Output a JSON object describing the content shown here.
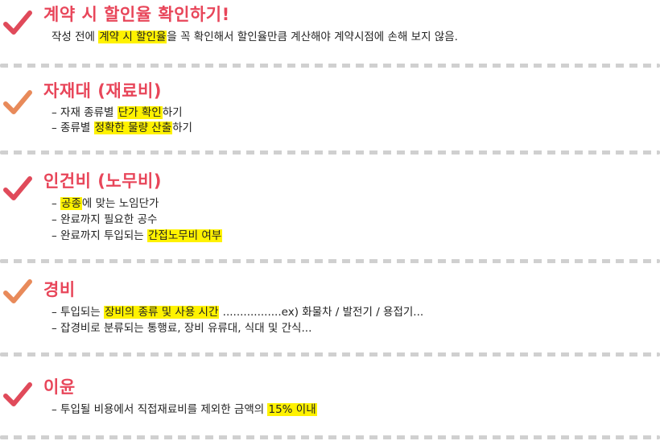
{
  "sections": [
    {
      "title": "계약 시 할인율 확인하기!",
      "title_color": "#e8465a",
      "check_color": "#e04a5a",
      "lines": [
        [
          {
            "t": "작성 전에 "
          },
          {
            "t": "계약 시 할인율",
            "hl": true
          },
          {
            "t": "을 꼭 확인해서 할인율만큼 계산해야 계약시점에 손해 보지 않음."
          }
        ]
      ]
    },
    {
      "title": "자재대 (재료비)",
      "title_color": "#e8465a",
      "check_color": "#e88a5a",
      "lines": [
        [
          {
            "t": "– 자재 종류별 "
          },
          {
            "t": "단가 확인",
            "hl": true
          },
          {
            "t": "하기"
          }
        ],
        [
          {
            "t": "– 종류별 "
          },
          {
            "t": "정확한 물량 산출",
            "hl": true
          },
          {
            "t": "하기"
          }
        ]
      ]
    },
    {
      "title": "인건비 (노무비)",
      "title_color": "#e8465a",
      "check_color": "#e04a5a",
      "lines": [
        [
          {
            "t": "– "
          },
          {
            "t": "공종",
            "hl": true
          },
          {
            "t": "에 맞는 노임단가"
          }
        ],
        [
          {
            "t": "– 완료까지 필요한 공수"
          }
        ],
        [
          {
            "t": "– 완료까지 투입되는 "
          },
          {
            "t": "간접노무비 여부",
            "hl": true
          }
        ]
      ]
    },
    {
      "title": "경비",
      "title_color": "#e8465a",
      "check_color": "#e88a5a",
      "lines": [
        [
          {
            "t": "– 투입되는 "
          },
          {
            "t": "장비의 종류 및 사용 시간",
            "hl": true
          },
          {
            "t": " .................ex) 화물차 / 발전기 / 용접기..."
          }
        ],
        [
          {
            "t": "– 잡경비로 분류되는 통행료, 장비 유류대, 식대 및 간식..."
          }
        ]
      ]
    },
    {
      "title": "이윤",
      "title_color": "#e8465a",
      "check_color": "#e04a5a",
      "lines": [
        [
          {
            "t": "– 투입될 비용에서 직접재료비를 제외한 금액의 "
          },
          {
            "t": "15% 이내",
            "hl": true
          }
        ]
      ]
    }
  ]
}
